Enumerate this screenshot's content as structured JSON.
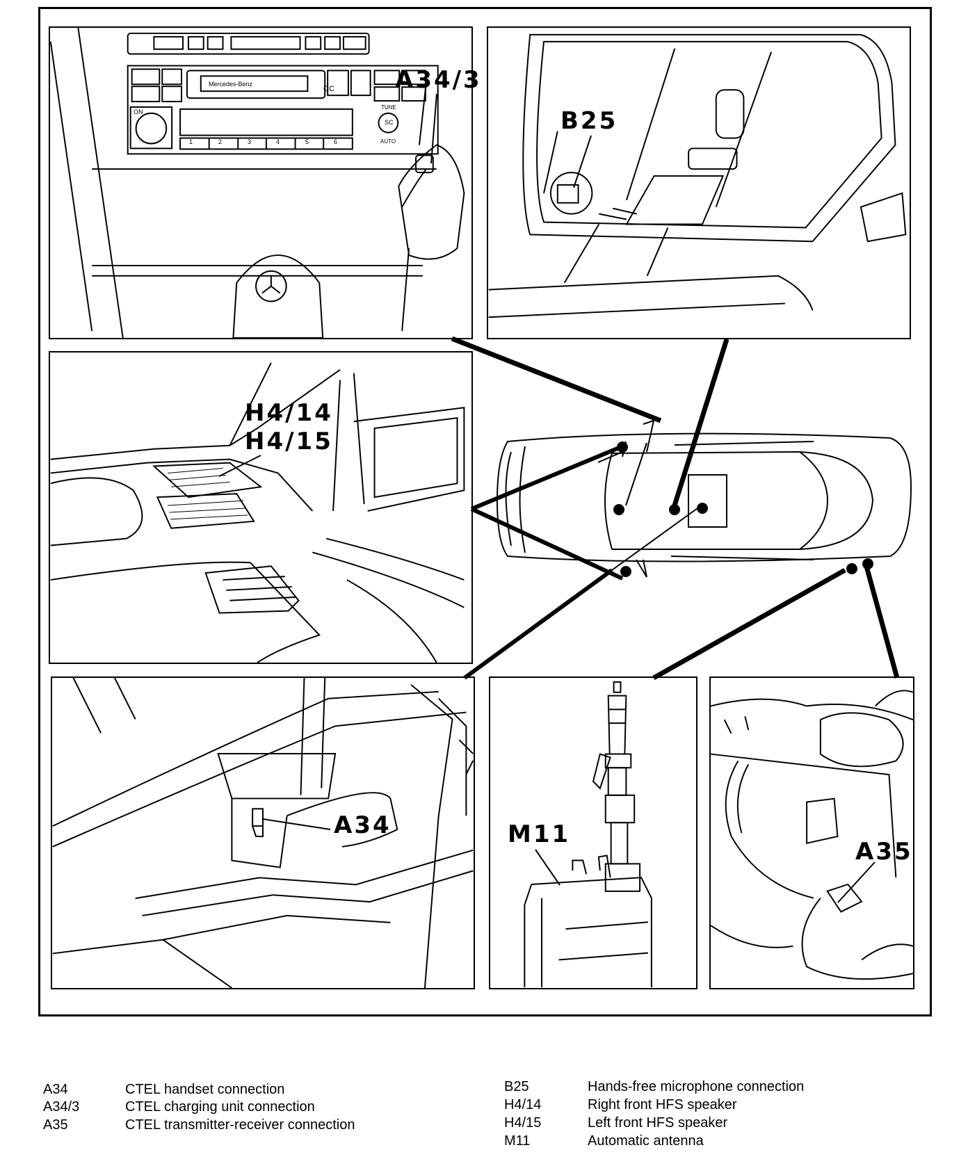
{
  "callouts": {
    "a34_3": "A34/3",
    "b25": "B25",
    "h4_14": "H4/14",
    "h4_15": "H4/15",
    "a34": "A34",
    "m11": "M11",
    "a35": "A35"
  },
  "legend": {
    "left": [
      {
        "code": "A34",
        "desc": "CTEL handset connection"
      },
      {
        "code": "A34/3",
        "desc": "CTEL charging unit connection"
      },
      {
        "code": "A35",
        "desc": "CTEL transmitter-receiver connection"
      }
    ],
    "right": [
      {
        "code": "B25",
        "desc": "Hands-free microphone connection"
      },
      {
        "code": "H4/14",
        "desc": "Right front HFS speaker"
      },
      {
        "code": "H4/15",
        "desc": "Left front HFS speaker"
      },
      {
        "code": "M11",
        "desc": "Automatic antenna"
      }
    ]
  },
  "radio": {
    "brand": "Mercedes-Benz",
    "on_label": "ON",
    "tune_label": "TUNE",
    "auto_label": "AUTO",
    "cd_label": "CC",
    "sc_label": "SC",
    "preset_buttons": [
      "1",
      "2",
      "3",
      "4",
      "5",
      "6"
    ]
  }
}
